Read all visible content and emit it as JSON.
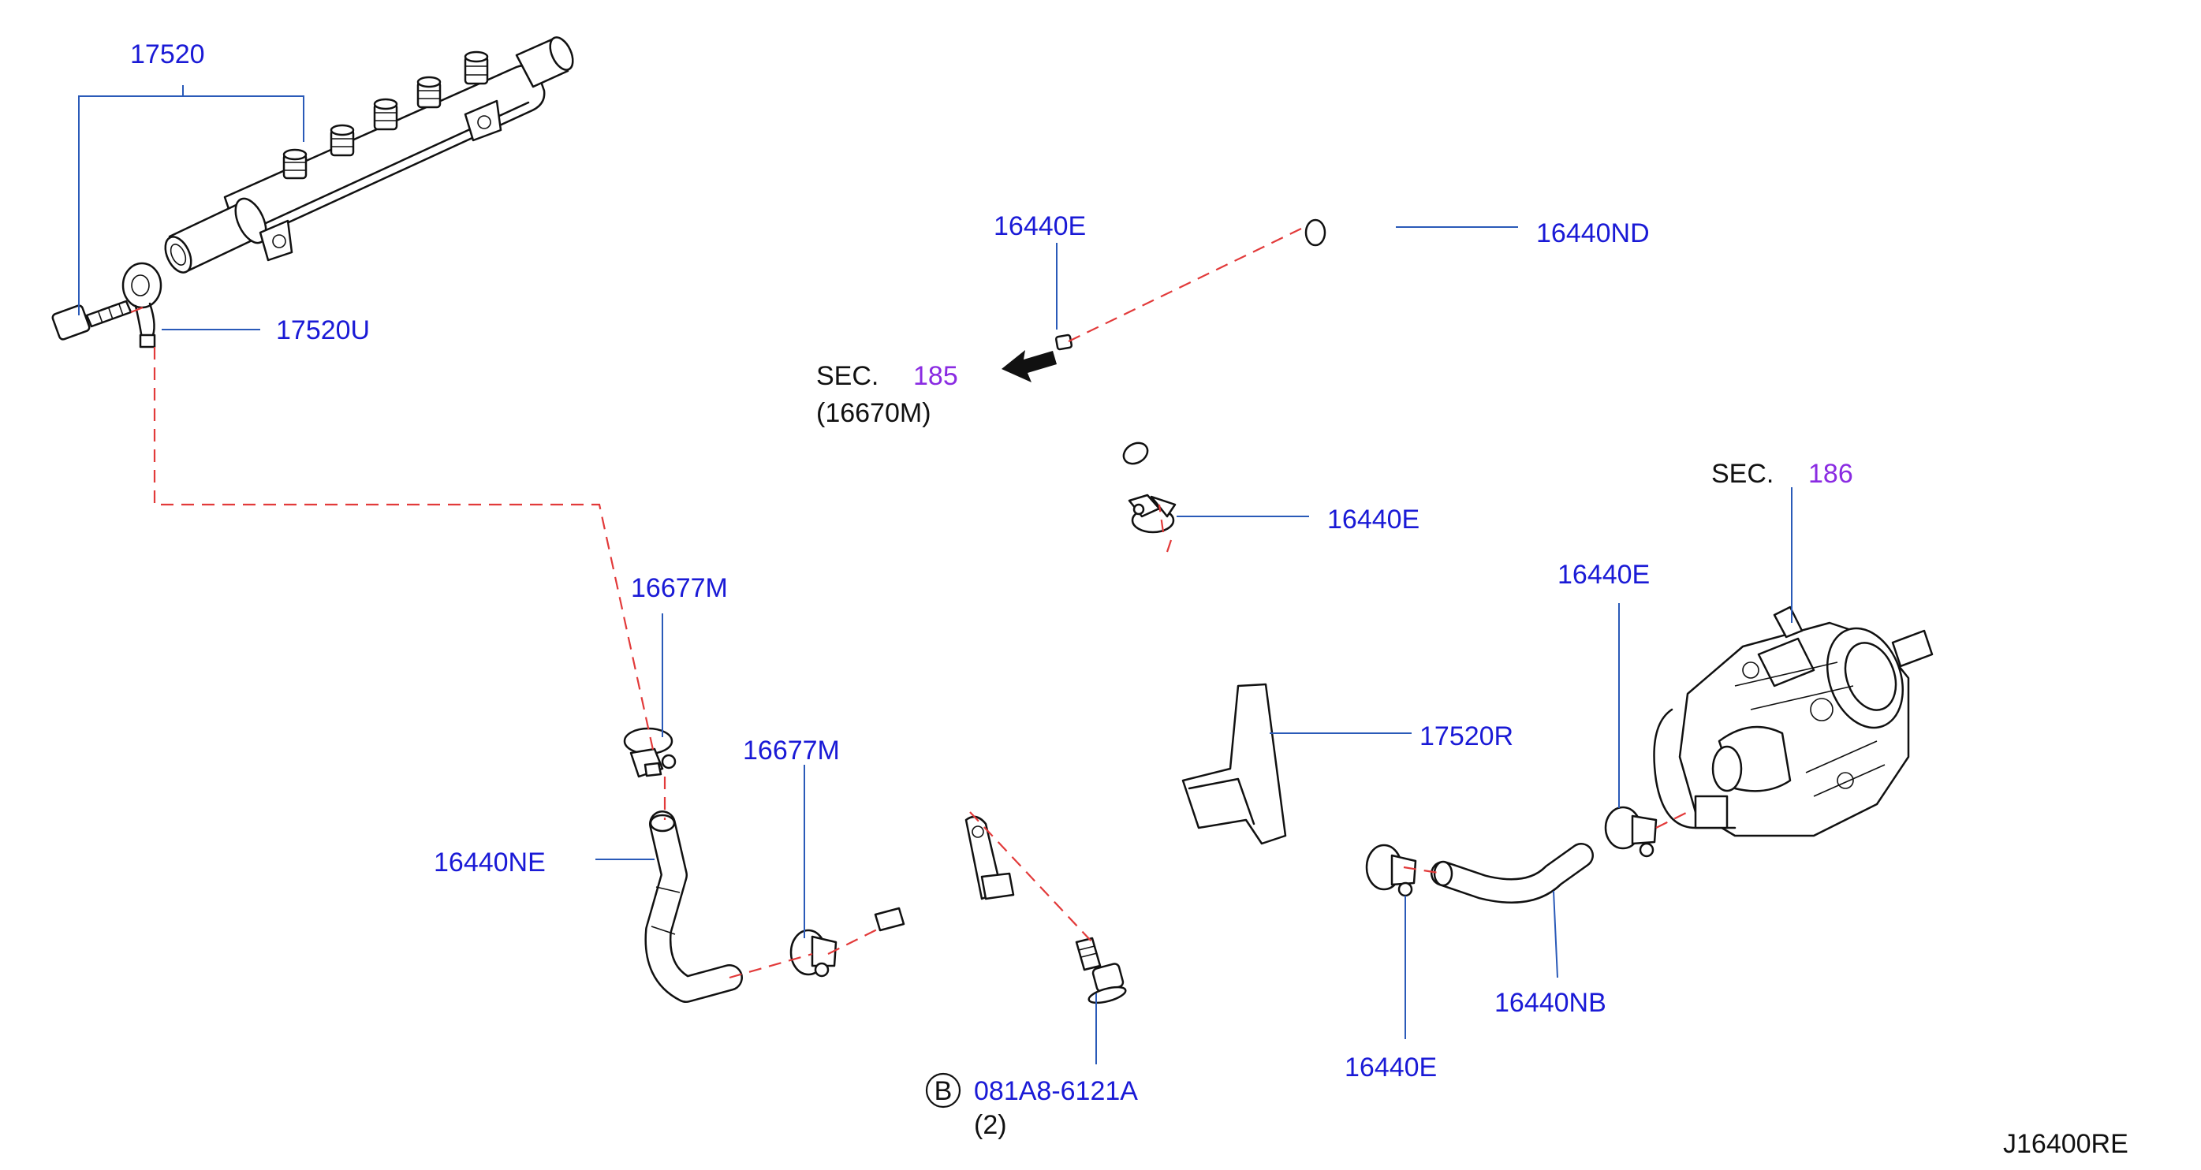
{
  "colors": {
    "part_number": "#1a1ad6",
    "section_number": "#8a2be2",
    "leader_line": "#2a5ab8",
    "dashed_link": "#e23a3a"
  },
  "labels": {
    "p17520": "17520",
    "p17520U": "17520U",
    "p16440E_top": "16440E",
    "p16440ND": "16440ND",
    "sec185_prefix": "SEC.",
    "sec185_num": "185",
    "sec185_ref": "(16670M)",
    "p16440E_mid": "16440E",
    "sec186_prefix": "SEC.",
    "sec186_num": "186",
    "p16440E_right": "16440E",
    "p16677M_left": "16677M",
    "p16677M_mid": "16677M",
    "p17520R": "17520R",
    "p16440NE": "16440NE",
    "p16440NB": "16440NB",
    "p16440E_bottom": "16440E",
    "bolt_marker": "B",
    "bolt_code": "081A8-6121A",
    "bolt_qty": "(2)",
    "drawing_id": "J16400RE"
  }
}
